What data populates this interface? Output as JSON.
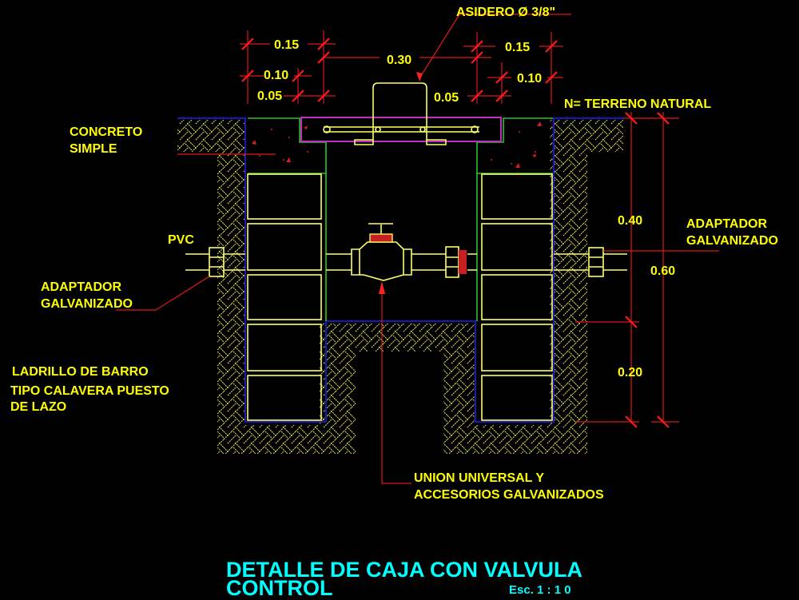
{
  "drawing": {
    "title_line1": "DETALLE DE CAJA CON VALVULA",
    "title_line2": "CONTROL",
    "scale": "Esc. 1 : 1 0"
  },
  "labels": {
    "asidero": "ASIDERO Ø 3/8\"",
    "terreno": "N= TERRENO NATURAL",
    "concreto_1": "CONCRETO",
    "concreto_2": "SIMPLE",
    "pvc": "PVC",
    "adaptador_left_1": "ADAPTADOR",
    "adaptador_left_2": "GALVANIZADO",
    "adaptador_right_1": "ADAPTADOR",
    "adaptador_right_2": "GALVANIZADO",
    "ladrillo_1": "LADRILLO DE BARRO",
    "ladrillo_2": "TIPO CALAVERA PUESTO",
    "ladrillo_3": "DE LAZO",
    "union_1": "UNION UNIVERSAL Y",
    "union_2": "ACCESORIOS GALVANIZADOS"
  },
  "dimensions": {
    "top_left_015": "0.15",
    "top_left_010": "0.10",
    "top_left_005": "0.05",
    "top_center_030": "0.30",
    "top_right_015": "0.15",
    "top_right_010": "0.10",
    "top_right_005": "0.05",
    "right_040": "0.40",
    "right_020": "0.20",
    "right_060": "0.60"
  },
  "colors": {
    "background": "#000000",
    "text": "#ffff00",
    "title": "#00ffff",
    "dimension_lines": "#e01818",
    "brick_outline": "#ffff66",
    "box_outline": "#1a1aa8",
    "concrete_outline": "#2ec42e",
    "lid": "#c030c0"
  }
}
